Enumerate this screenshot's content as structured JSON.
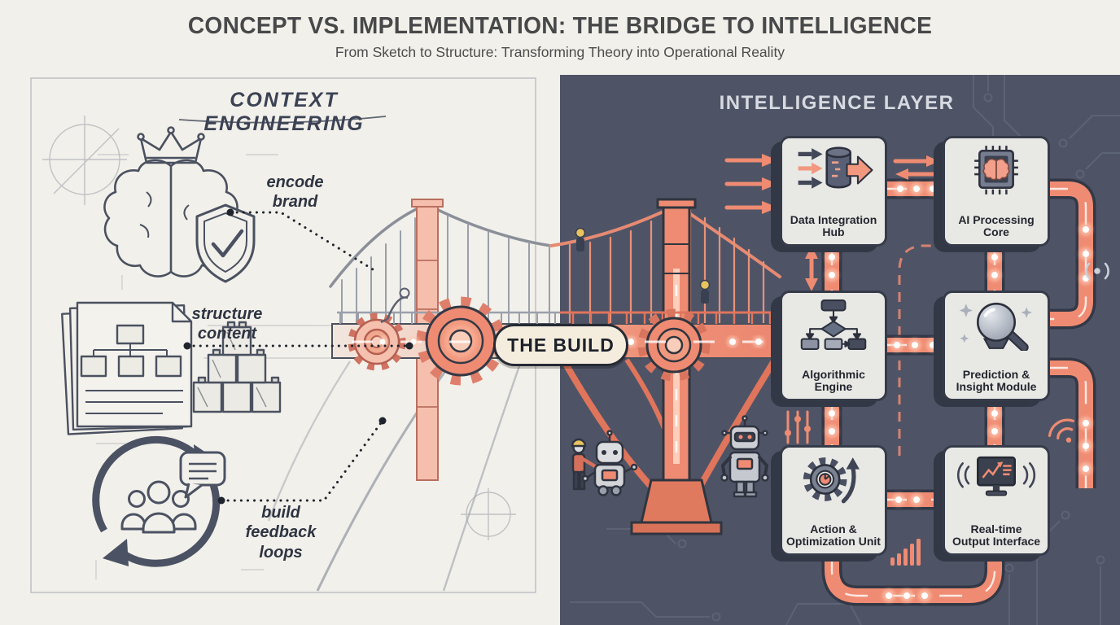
{
  "header": {
    "title": "CONCEPT VS. IMPLEMENTATION: THE BRIDGE TO INTELLIGENCE",
    "subtitle": "From Sketch to Structure: Transforming Theory into Operational Reality"
  },
  "left": {
    "heading": "CONTEXT ENGINEERING",
    "annotations": [
      {
        "label": "encode\nbrand",
        "icon": "brain-crown-shield-icon"
      },
      {
        "label": "structure\ncontent",
        "icon": "documents-blocks-icon"
      },
      {
        "label": "build\nfeedback\nloops",
        "icon": "feedback-loop-icon"
      }
    ]
  },
  "bridge": {
    "label": "THE BUILD"
  },
  "right": {
    "heading": "INTELLIGENCE LAYER",
    "modules": [
      {
        "label": "Data Integration\nHub",
        "icon": "database-arrows-icon"
      },
      {
        "label": "AI Processing\nCore",
        "icon": "brain-chip-icon"
      },
      {
        "label": "Algorithmic\nEngine",
        "icon": "flowchart-icon"
      },
      {
        "label": "Prediction &\nInsight Module",
        "icon": "crystal-ball-icon"
      },
      {
        "label": "Action &\nOptimization Unit",
        "icon": "gear-arrow-icon"
      },
      {
        "label": "Real-time\nOutput Interface",
        "icon": "monitor-signal-icon"
      }
    ]
  },
  "colors": {
    "accent_salmon": "#ef8b72",
    "dark_panel": "#4e5466",
    "paper": "#f2f0ea",
    "module_bg": "#e8e8e5"
  }
}
